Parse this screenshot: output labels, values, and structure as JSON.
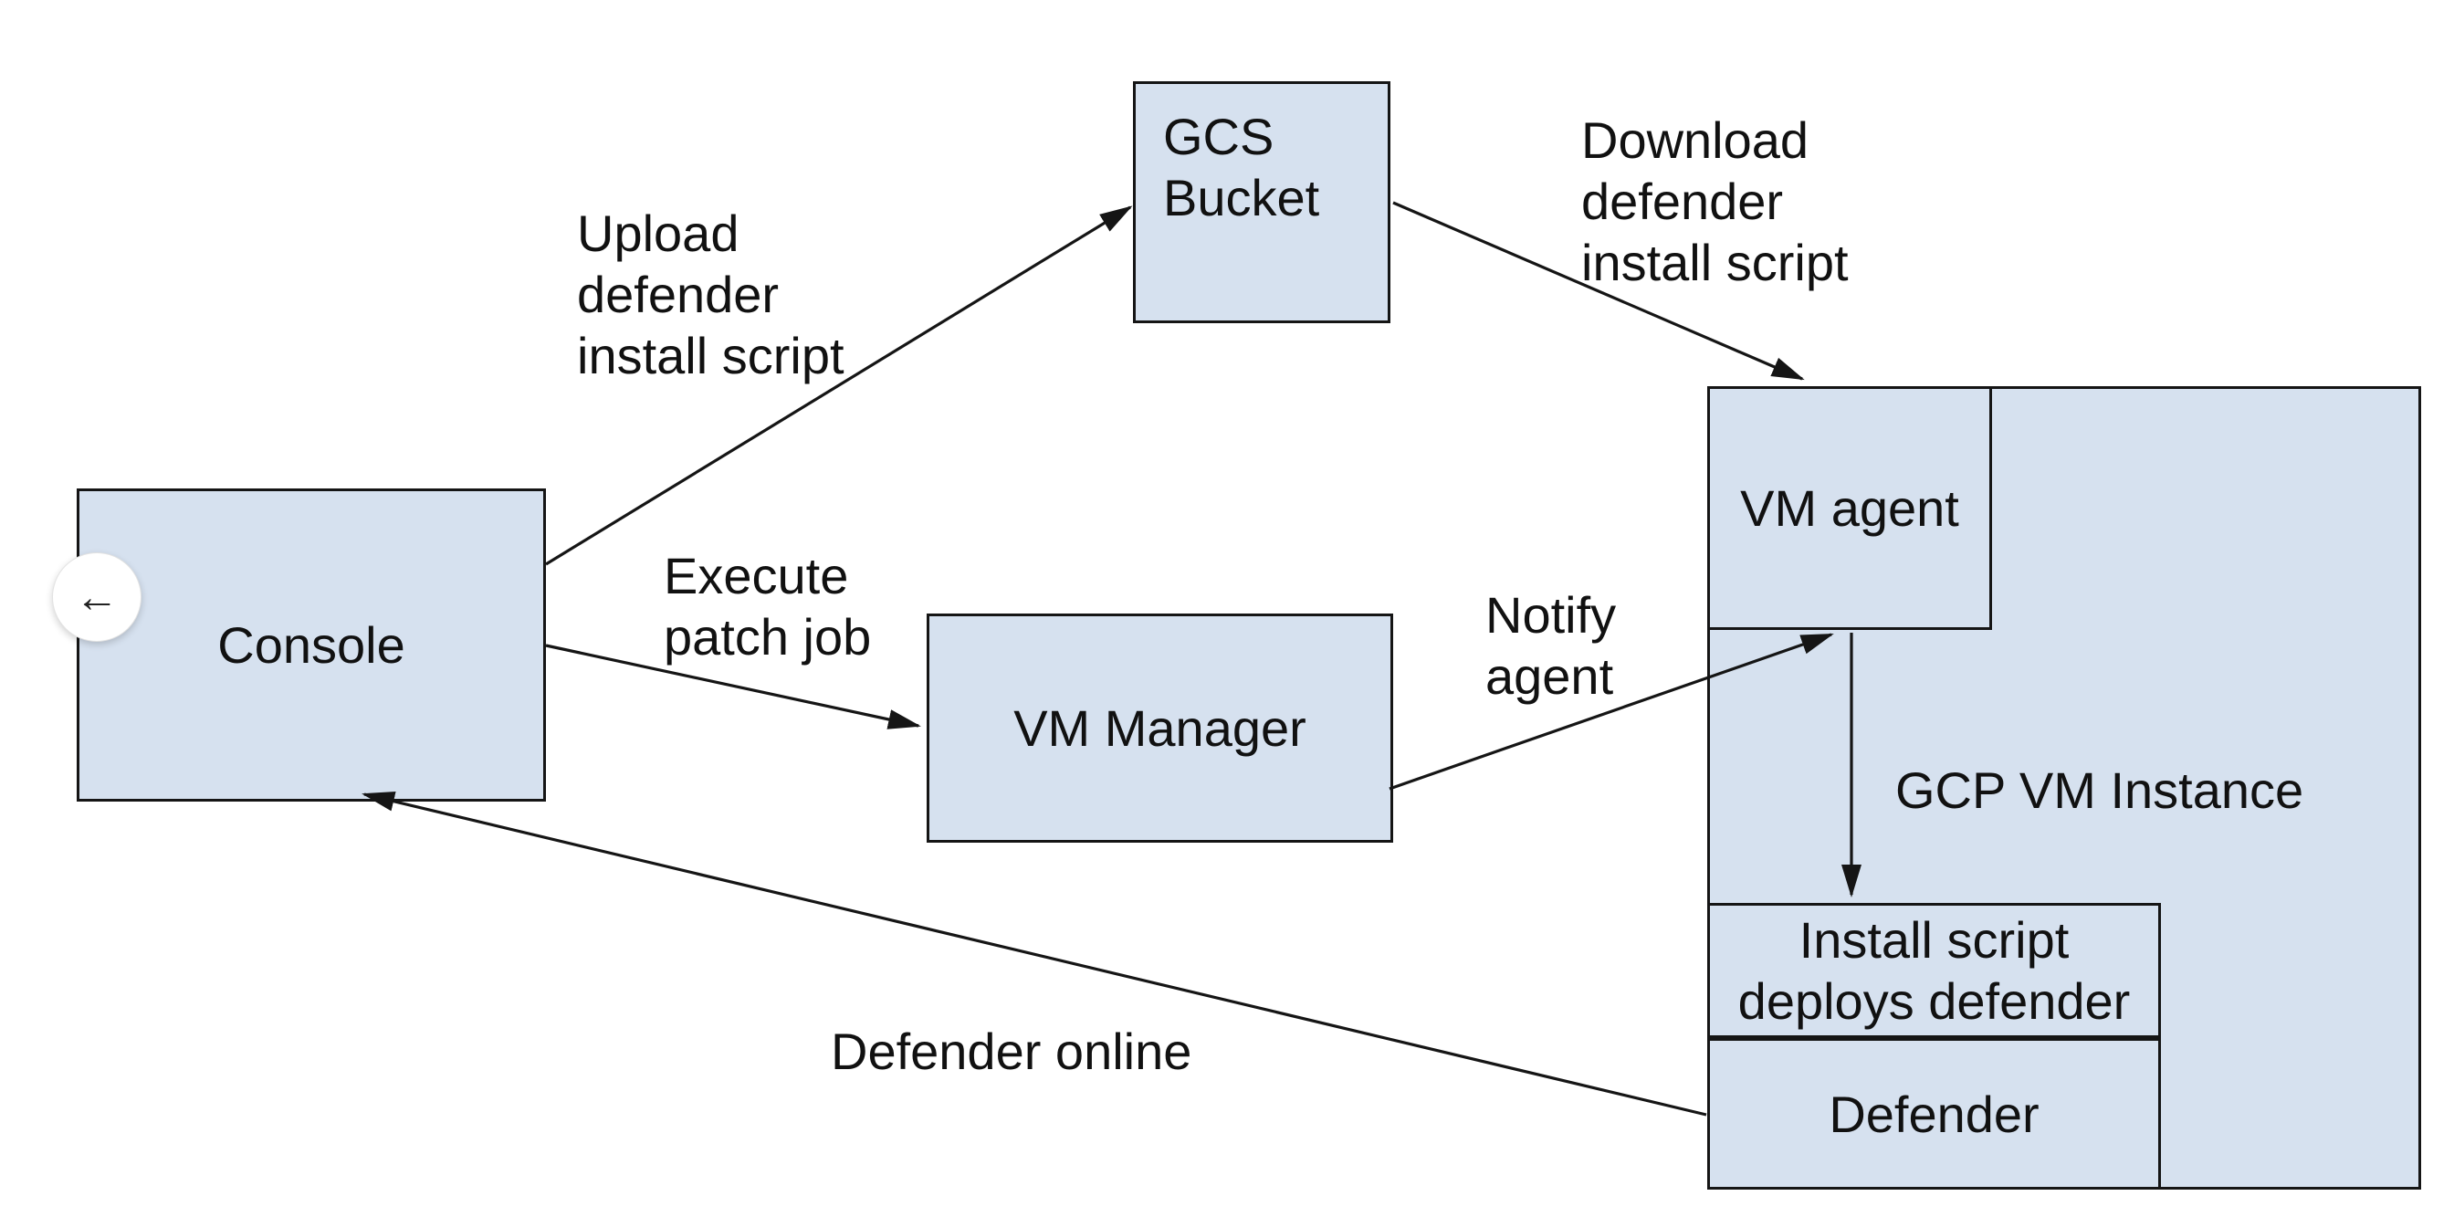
{
  "colors": {
    "canvas-bg": "#ffffff",
    "box-fill": "#d6e1ef",
    "box-border": "#151515",
    "line-color": "#151515",
    "text-color": "#111111"
  },
  "back_button": {
    "icon_glyph": "←"
  },
  "diagram": {
    "nodes": {
      "console": {
        "label": "Console"
      },
      "gcs_bucket": {
        "lines": [
          "GCS",
          "Bucket"
        ]
      },
      "vm_manager": {
        "label": "VM Manager"
      },
      "gcp_vm_instance": {
        "label": "GCP VM Instance"
      },
      "vm_agent": {
        "label": "VM agent"
      },
      "install_script": {
        "lines": [
          "Install script",
          "deploys defender"
        ]
      },
      "defender": {
        "label": "Defender"
      }
    },
    "edges": {
      "upload": {
        "lines": [
          "Upload",
          "defender",
          "install script"
        ]
      },
      "execute": {
        "lines": [
          "Execute",
          "patch job"
        ]
      },
      "download": {
        "lines": [
          "Download",
          "defender",
          "install script"
        ]
      },
      "notify": {
        "lines": [
          "Notify",
          "agent"
        ]
      },
      "defender_online": {
        "label": "Defender online"
      }
    }
  }
}
